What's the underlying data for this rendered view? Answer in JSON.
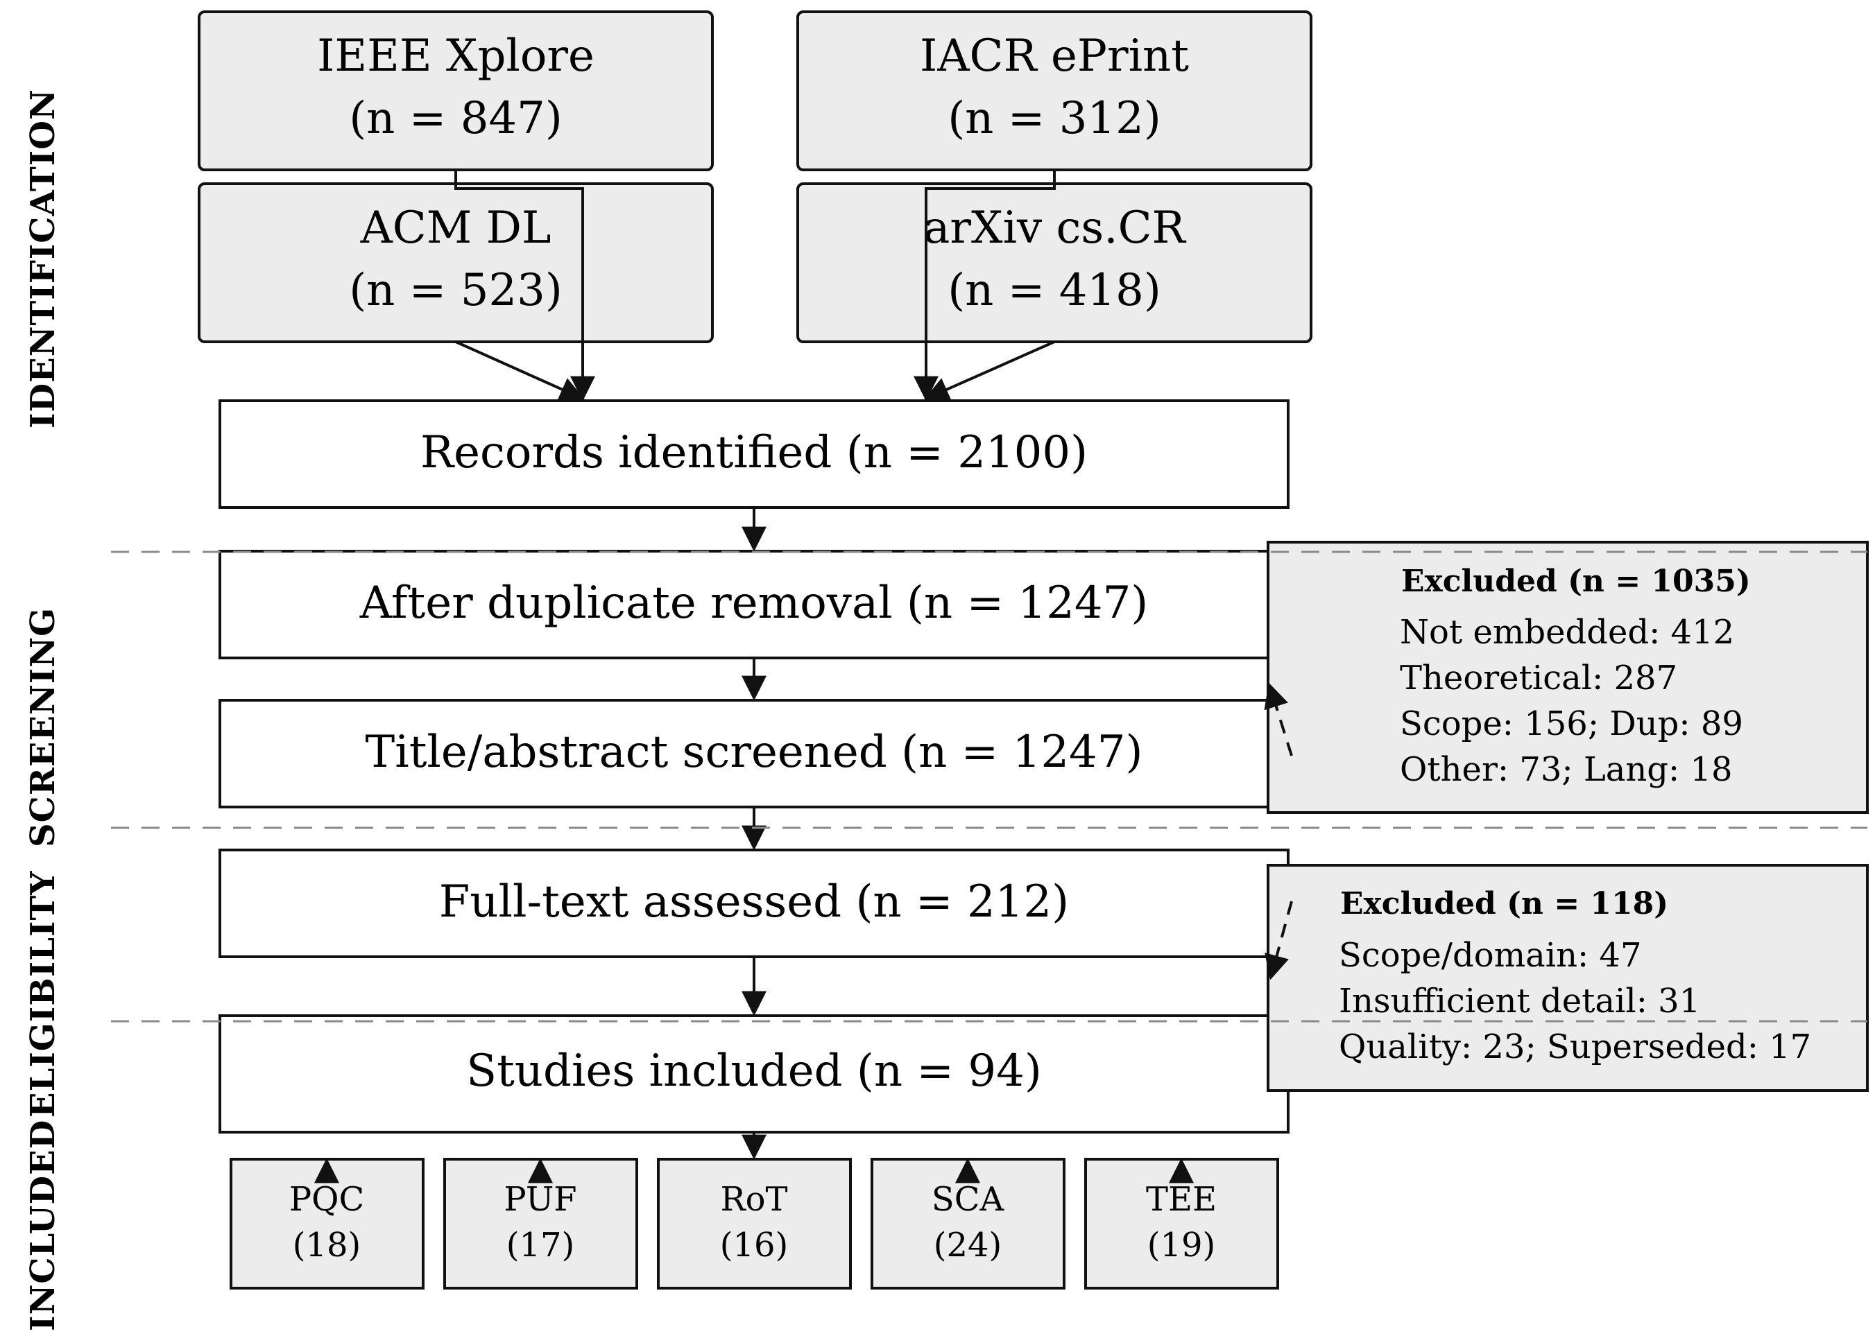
{
  "sources": [
    {
      "name": "IEEE Xplore",
      "count": "(n = 847)"
    },
    {
      "name": "IACR ePrint",
      "count": "(n = 312)"
    },
    {
      "name": "ACM DL",
      "count": "(n = 523)"
    },
    {
      "name": "arXiv cs.CR",
      "count": "(n = 418)"
    }
  ],
  "flow": {
    "identified": "Records identified (n = 2100)",
    "dedup": "After duplicate removal (n = 1247)",
    "screened": "Title/abstract screened (n = 1247)",
    "fulltext": "Full-text assessed (n = 212)",
    "included": "Studies included (n = 94)"
  },
  "excluded_screening": {
    "title": "Excluded (n = 1035)",
    "lines": [
      "Not embedded: 412",
      "Theoretical: 287",
      "Scope: 156; Dup: 89",
      "Other: 73; Lang: 18"
    ]
  },
  "excluded_eligibility": {
    "title": "Excluded (n = 118)",
    "lines": [
      "Scope/domain: 47",
      "Insufficient detail: 31",
      "Quality: 23; Superseded: 17"
    ]
  },
  "categories": [
    {
      "name": "PQC",
      "count": "(18)"
    },
    {
      "name": "PUF",
      "count": "(17)"
    },
    {
      "name": "RoT",
      "count": "(16)"
    },
    {
      "name": "SCA",
      "count": "(24)"
    },
    {
      "name": "TEE",
      "count": "(19)"
    }
  ],
  "phases": {
    "identification": "IDENTIFICATION",
    "screening": "SCREENING",
    "eligibility": "ELIGIBILITY",
    "included": "INCLUDED"
  },
  "colors": {
    "source_fill": "#ececec",
    "stroke": "#111111",
    "dash": "#8a8a8a"
  }
}
